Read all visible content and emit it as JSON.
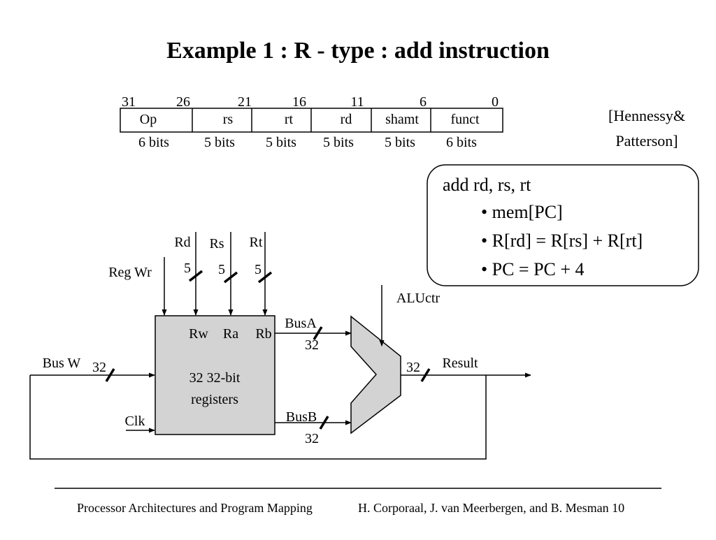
{
  "slide": {
    "title": "Example 1 : R - type : add instruction",
    "footer_left": "Processor Architectures and Program Mapping",
    "footer_right": "H. Corporaal,  J. van Meerbergen, and B. Mesman 10"
  },
  "instruction_format": {
    "bit_positions": [
      "31",
      "26",
      "21",
      "16",
      "11",
      "6",
      "0"
    ],
    "fields": [
      {
        "name": "Op",
        "width": "6 bits"
      },
      {
        "name": "rs",
        "width": "5 bits"
      },
      {
        "name": "rt",
        "width": "5 bits"
      },
      {
        "name": "rd",
        "width": "5 bits"
      },
      {
        "name": "shamt",
        "width": "5 bits"
      },
      {
        "name": "funct",
        "width": "6 bits"
      }
    ],
    "citation_line1": "[Hennessy&",
    "citation_line2": "Patterson]"
  },
  "semantics_box": {
    "heading": "add rd, rs, rt",
    "items": [
      "• mem[PC]",
      "• R[rd] = R[rs] + R[rt]",
      "• PC = PC + 4"
    ]
  },
  "datapath": {
    "inputs": {
      "rd": "Rd",
      "rs": "Rs",
      "rt": "Rt",
      "rd_width": "5",
      "rs_width": "5",
      "rt_width": "5",
      "regwr": "Reg Wr",
      "busw": "Bus W",
      "busw_width": "32",
      "clk": "Clk"
    },
    "register_file": {
      "port_rw": "Rw",
      "port_ra": "Ra",
      "port_rb": "Rb",
      "label_line1": "32 32-bit",
      "label_line2": "registers"
    },
    "busa": "BusA",
    "busa_width": "32",
    "busb": "BusB",
    "busb_width": "32",
    "aluctr": "ALUctr",
    "result": "Result",
    "result_width": "32"
  },
  "colors": {
    "block_fill": "#d3d3d3",
    "stroke": "#000000"
  }
}
